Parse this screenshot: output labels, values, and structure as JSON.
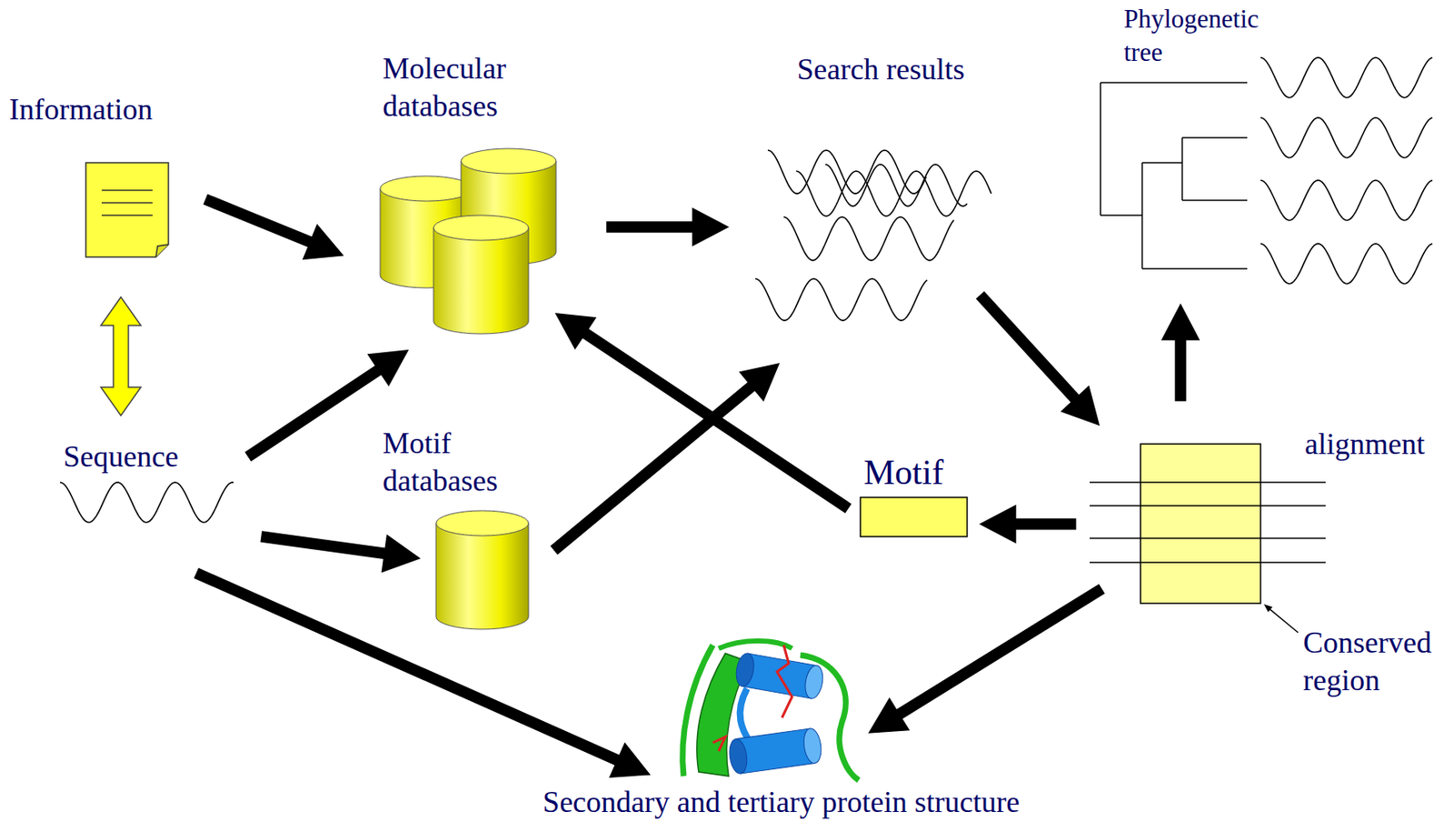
{
  "diagram": {
    "nodes": [
      {
        "text": [
          "Information"
        ]
      },
      {
        "text": [
          "Molecular databases"
        ]
      },
      {
        "text": [
          "Search results"
        ]
      },
      {
        "text": [
          "Phylogenetic tree"
        ]
      },
      {
        "text": [
          "Sequence"
        ]
      },
      {
        "text": [
          "Motif databases"
        ]
      },
      {
        "text": [
          "Motif"
        ]
      },
      {
        "text": [
          "alignment"
        ]
      },
      {
        "text": [
          "Secondary and tertiary protein structure"
        ]
      }
    ],
    "edges": [
      {
        "from": 0,
        "to": 4,
        "arrow": "both"
      },
      {
        "from": 0,
        "to": 1,
        "arrow": "to"
      },
      {
        "from": 1,
        "to": 2,
        "arrow": "to"
      },
      {
        "from": 4,
        "to": 1,
        "arrow": "to"
      },
      {
        "from": 4,
        "to": 5,
        "arrow": "to"
      },
      {
        "from": 4,
        "to": 8,
        "arrow": "to"
      },
      {
        "from": 5,
        "to": 2,
        "arrow": "to"
      },
      {
        "from": 6,
        "to": 1,
        "arrow": "to"
      },
      {
        "from": 2,
        "to": 7,
        "arrow": "to"
      },
      {
        "from": 7,
        "to": 3,
        "arrow": "to"
      },
      {
        "from": 7,
        "to": 6,
        "arrow": "to"
      },
      {
        "from": 7,
        "to": 8,
        "arrow": "to"
      }
    ],
    "labels": [
      "Conserved region"
    ]
  }
}
